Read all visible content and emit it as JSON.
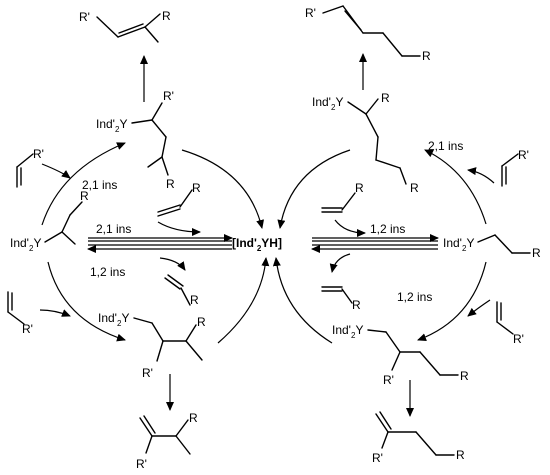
{
  "center": {
    "pre": "[Ind'",
    "sub": "2",
    "post": "YH]"
  },
  "yttrium": {
    "pre": "Ind'",
    "sub": "2",
    "post": "Y"
  },
  "substituents": {
    "r": "R",
    "rp": "R'"
  },
  "insertion": {
    "two_one": "2,1 ins",
    "one_two": "1,2 ins"
  }
}
